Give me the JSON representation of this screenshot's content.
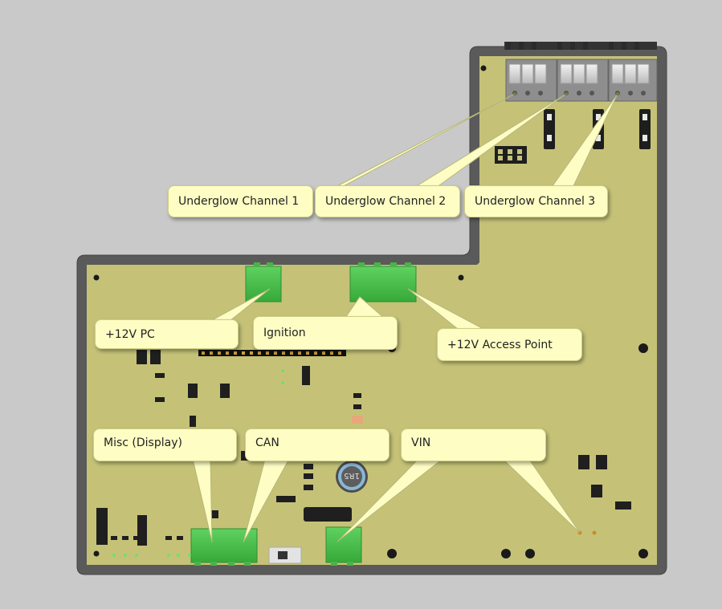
{
  "labels": {
    "underglow_1": "Underglow Channel 1",
    "underglow_2": "Underglow Channel 2",
    "underglow_3": "Underglow Channel 3",
    "pc_12v": "+12V PC",
    "ignition": "Ignition",
    "access_point_12v": "+12V Access Point",
    "misc_display": "Misc (Display)",
    "can": "CAN",
    "vin": "VIN"
  },
  "component_markings": {
    "inductor": "1R5"
  },
  "colors": {
    "background": "#c9c9c9",
    "enclosure": "#5a5a5a",
    "pcb": "#c5c278",
    "connector_green": "#4fbf4f",
    "callout_fill": "#fdfdc4"
  }
}
